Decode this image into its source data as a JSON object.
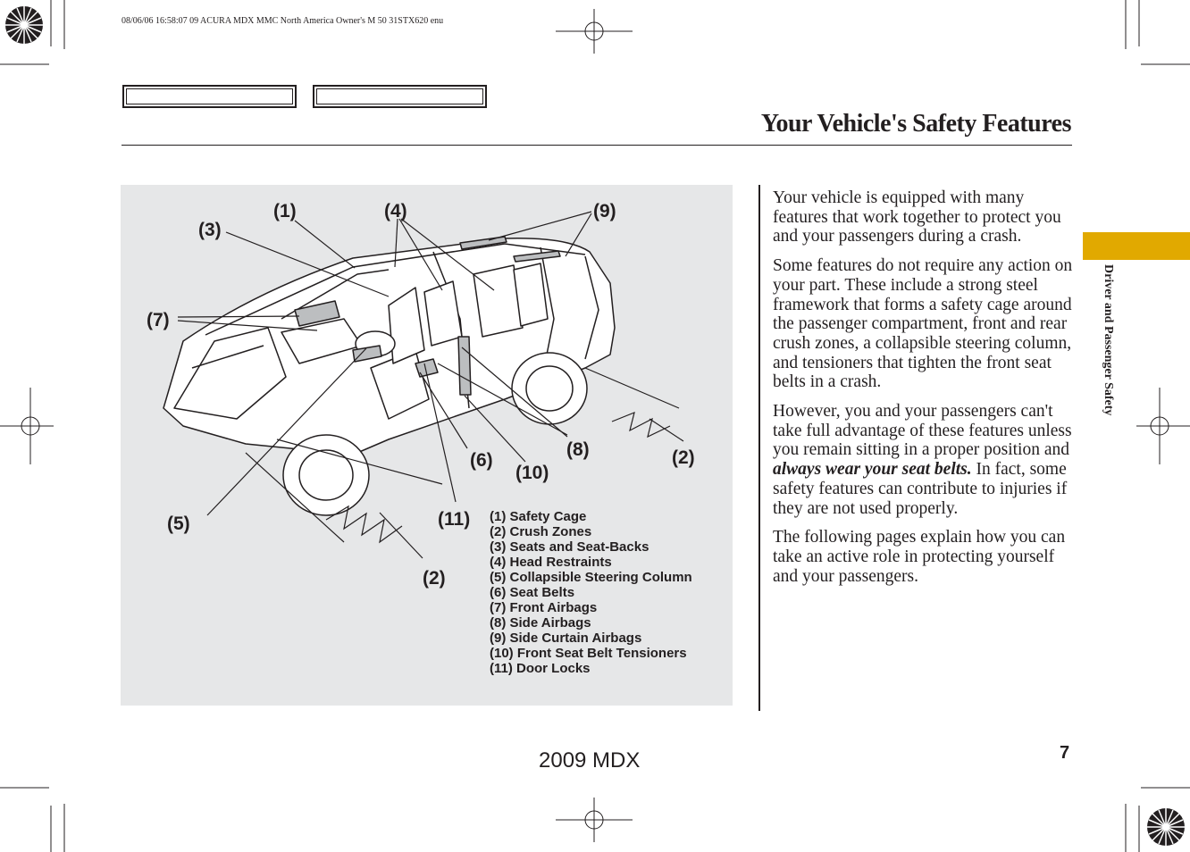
{
  "header": {
    "print_meta": "08/06/06 16:58:07   09 ACURA MDX MMC North America Owner's M 50 31STX620 enu",
    "title": "Your Vehicle's Safety Features"
  },
  "figure": {
    "callouts": {
      "c1": "(1)",
      "c2a": "(2)",
      "c2b": "(2)",
      "c3": "(3)",
      "c4": "(4)",
      "c5": "(5)",
      "c6": "(6)",
      "c7": "(7)",
      "c8": "(8)",
      "c9": "(9)",
      "c10": "(10)",
      "c11": "(11)"
    },
    "legend": [
      "(1) Safety Cage",
      "(2) Crush Zones",
      "(3) Seats and Seat-Backs",
      "(4) Head Restraints",
      "(5) Collapsible Steering Column",
      "(6) Seat Belts",
      "(7) Front Airbags",
      "(8) Side Airbags",
      "(9) Side Curtain Airbags",
      "(10) Front Seat Belt Tensioners",
      "(11) Door Locks"
    ]
  },
  "body": {
    "p1": "Your vehicle is equipped with many features that work together to protect you and your passengers during a crash.",
    "p2": "Some features do not require any action on your part. These include a strong steel framework that forms a safety cage around the passenger compartment, front and rear crush zones, a collapsible steering column, and tensioners that tighten the front seat belts in a crash.",
    "p3_before": "However, you and your passengers can't take full advantage of these features unless you remain sitting in a proper position and ",
    "p3_emph": "always wear your seat belts.",
    "p3_after": " In fact, some safety features can contribute to injuries if they are not used properly.",
    "p4": "The following pages explain how you can take an active role in protecting yourself and your passengers."
  },
  "side_tab": {
    "label": "Driver and Passenger Safety",
    "color": "#e1a900"
  },
  "footer": {
    "page_number": "7",
    "model": "2009  MDX"
  }
}
